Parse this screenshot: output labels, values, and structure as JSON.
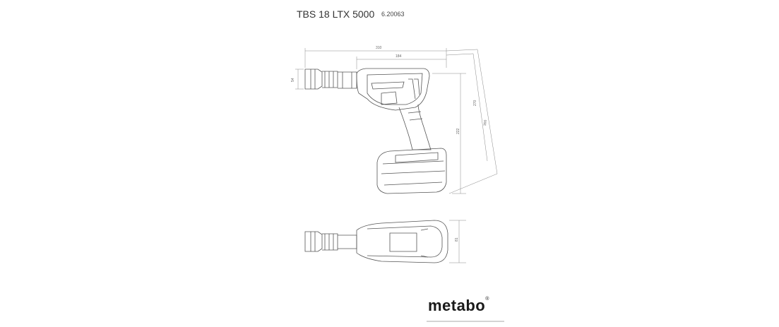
{
  "header": {
    "model": "TBS 18 LTX 5000",
    "order_number": "6.20063"
  },
  "dimensions": {
    "total_length": "310",
    "head_length": "184",
    "chuck_diameter": "54",
    "height_grip": "222",
    "height_total": "270",
    "diagonal": "300",
    "width": "81"
  },
  "brand": {
    "name": "metabo",
    "mark": "®"
  }
}
